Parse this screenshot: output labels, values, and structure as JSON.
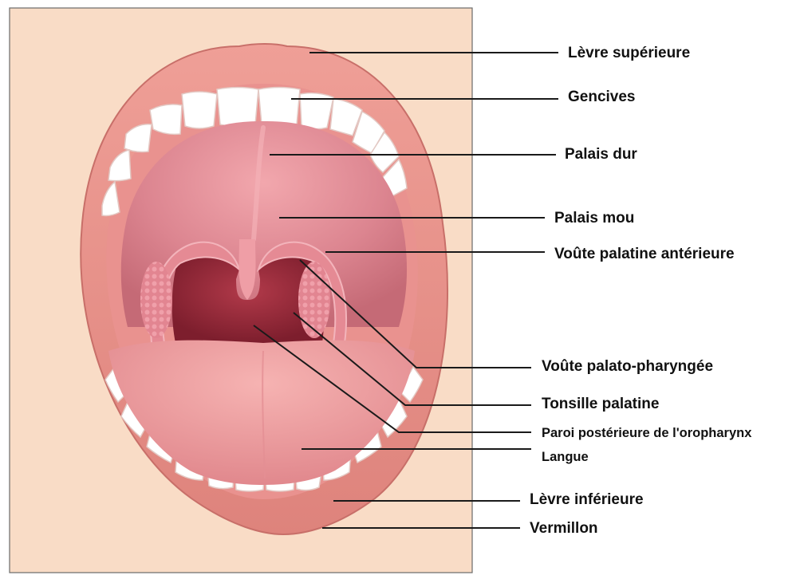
{
  "labels": {
    "upper_lip": "Lèvre supérieure",
    "gums": "Gencives",
    "hard_palate": "Palais dur",
    "soft_palate": "Palais mou",
    "anterior_arch": "Voûte palatine antérieure",
    "posterior_arch": "Voûte palato-pharyngée",
    "palatine_tonsil": "Tonsille palatine",
    "oropharynx_wall": "Paroi postérieure de l'oropharynx",
    "tongue": "Langue",
    "lower_lip": "Lèvre inférieure",
    "vermilion": "Vermillon"
  },
  "colors": {
    "skin": "#f9dcc6",
    "lip": "#e99a93",
    "lip_dark": "#d57a73",
    "palate": "#d9838c",
    "palate_light": "#ef9da4",
    "throat": "#9c2c3c",
    "tonsil": "#e6858f",
    "tongue": "#f1a3a5",
    "teeth": "#ffffff",
    "gum": "#e9928f",
    "leader_line": "#1a1a1a"
  }
}
